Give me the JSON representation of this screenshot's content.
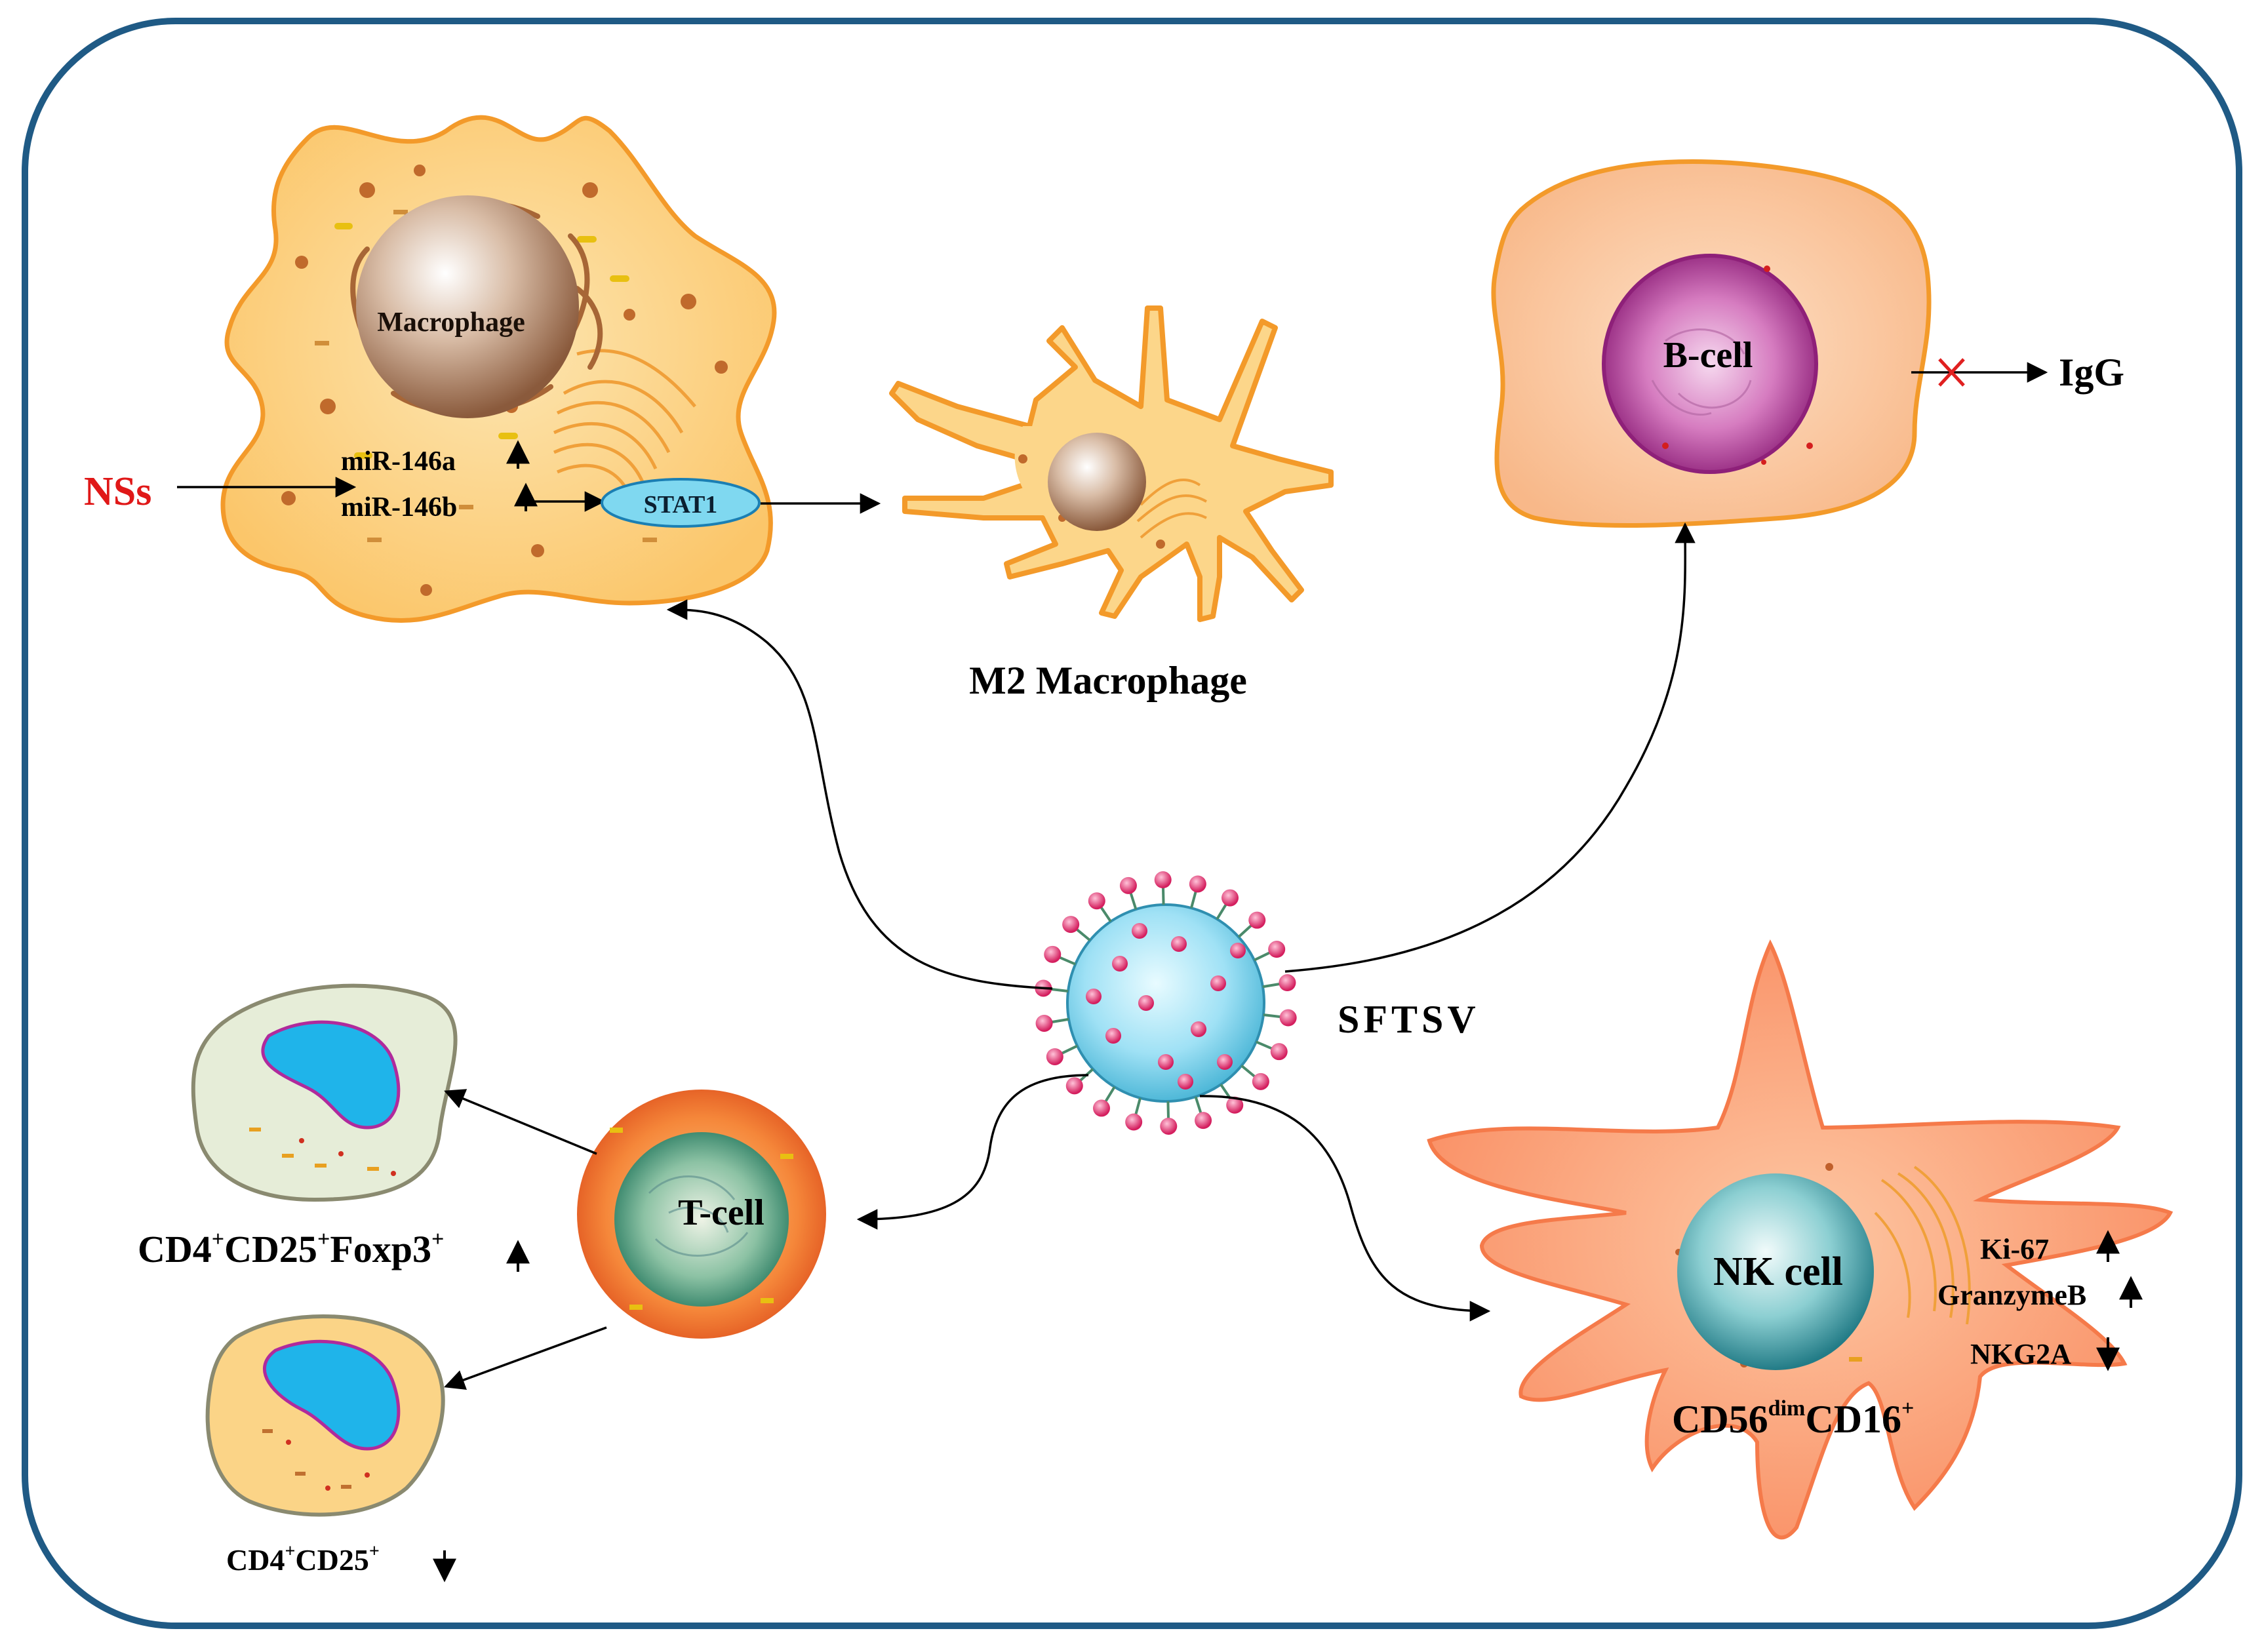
{
  "labels": {
    "macrophage": "Macrophage",
    "nss": "NSs",
    "mir146a": "miR-146a",
    "mir146b": "miR-146b",
    "stat1": "STAT1",
    "m2_macrophage": "M2 Macrophage",
    "bcell": "B-cell",
    "igg": "IgG",
    "sftsv": "SFTSV",
    "tcell": "T-cell",
    "treg_cd4": "CD4",
    "treg_cd25": "CD25",
    "treg_foxp3": "Foxp3",
    "tsub_cd4": "CD4",
    "tsub_cd25": "CD25",
    "nk_cell": "NK cell",
    "ki67": "Ki-67",
    "granzymeb": "GranzymeB",
    "nkg2a": "NKG2A",
    "cd56": "CD56",
    "dim": "dim",
    "cd16": "CD16",
    "plus": "+"
  },
  "colors": {
    "frame": "#1f5a85",
    "arrow": "#000000",
    "nss_red": "#e01818",
    "block_x": "#e02020",
    "macro_cyto": "#fcd68a",
    "macro_edge": "#f39a2a",
    "nucleus_brown": "#b58a6c",
    "bcell_cyto": "#fbc9a0",
    "bcell_nucleus": "#a3348f",
    "virus_body": "#7ad3ec",
    "virus_spike": "#e52d6f",
    "tcell_outer": "#ef6a2c",
    "tcell_nucleus": "#2f8f7a",
    "nk_cyto": "#fb9a74",
    "nk_nucleus": "#2e8a95",
    "sub_cell_nucleus": "#1fb4ea",
    "treg_cyto": "#e6edd8",
    "tsub_cyto": "#fbd487"
  }
}
